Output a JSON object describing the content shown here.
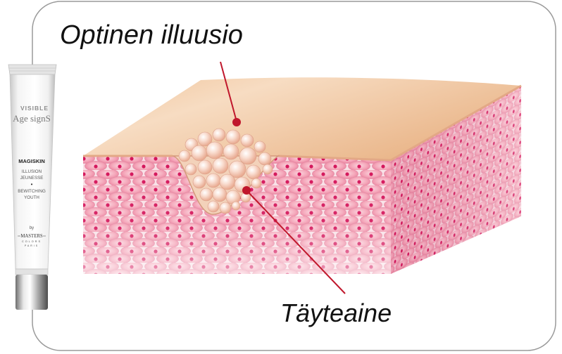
{
  "labels": {
    "illusion": "Optinen illuusio",
    "filler": "Täyteaine"
  },
  "product": {
    "line1": "VISIBLE",
    "line2": "Age signS",
    "name": "MAGISKIN",
    "fr1": "ILLUSION",
    "fr2": "JEUNESSE",
    "bullet": "•",
    "en1": "BEWITCHING",
    "en2": "YOUTH",
    "by": "by",
    "brand": "MASTERS",
    "brand2": "COLORS",
    "city": "PARIS"
  },
  "colors": {
    "pointer": "#c0172c",
    "frame": "#9a9a9a",
    "skin_surface": "#f1c9a0",
    "cell": "#f3a2b6",
    "nucleus": "#d4145a"
  }
}
